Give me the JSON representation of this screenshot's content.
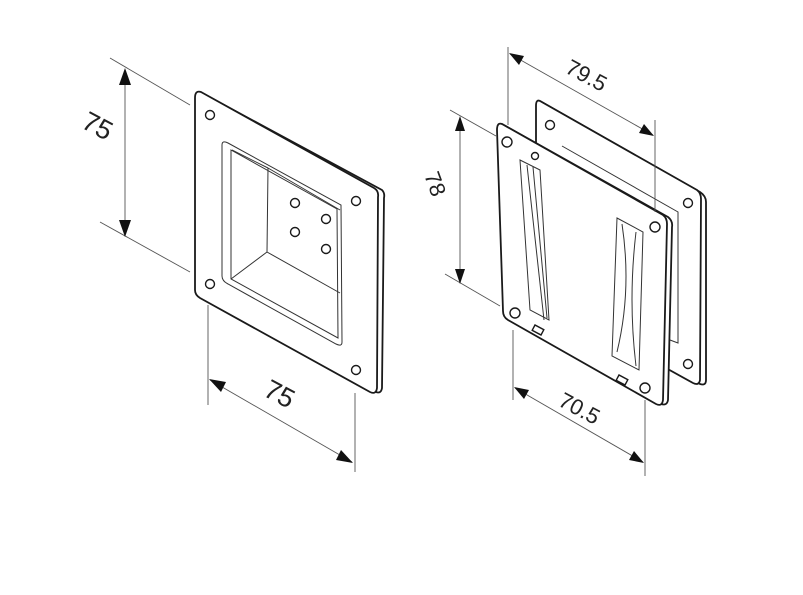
{
  "figure": {
    "left_part": {
      "height_label": "75",
      "width_label": "75"
    },
    "right_part": {
      "height_label": "78",
      "depth_label": "79.5",
      "width_label": "70.5"
    }
  }
}
